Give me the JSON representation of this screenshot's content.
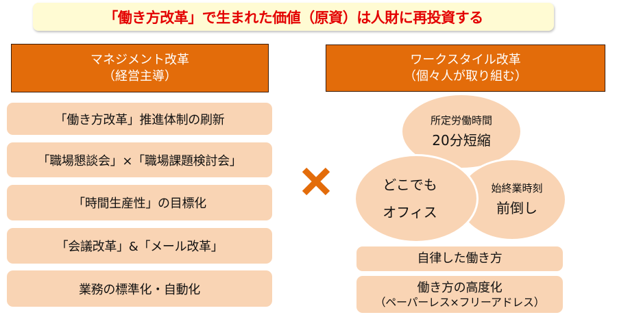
{
  "banner": {
    "title": "「働き方改革」で生まれた価値（原資）は人財に再投資する",
    "text_color": "#E30000",
    "background": "#FFFBD3"
  },
  "left_column": {
    "header_line1": "マネジメント改革",
    "header_line2": "（経営主導）",
    "header_color": "#E36C0A",
    "items": [
      "「働き方改革」推進体制の刷新",
      "「職場懇談会」×「職場課題検討会」",
      "「時間生産性」の目標化",
      "「会議改革」&「メール改革」",
      "業務の標準化・自動化"
    ]
  },
  "operator": {
    "symbol": "times-icon",
    "color": "#E36C0A"
  },
  "right_column": {
    "header_line1": "ワークスタイル改革",
    "header_line2": "（個々人が取り組む）",
    "header_color": "#E36C0A",
    "circles": {
      "top": {
        "label": "所定労働時間",
        "value": "20分短縮"
      },
      "left": {
        "line1": "どこでも",
        "line2": "オフィス"
      },
      "right": {
        "label": "始終業時刻",
        "value": "前倒し"
      }
    },
    "items": [
      {
        "main": "自律した働き方"
      },
      {
        "main": "働き方の高度化",
        "sub": "（ペーパーレス×フリーアドレス）"
      }
    ],
    "fill_color": "#F9D4B4"
  }
}
